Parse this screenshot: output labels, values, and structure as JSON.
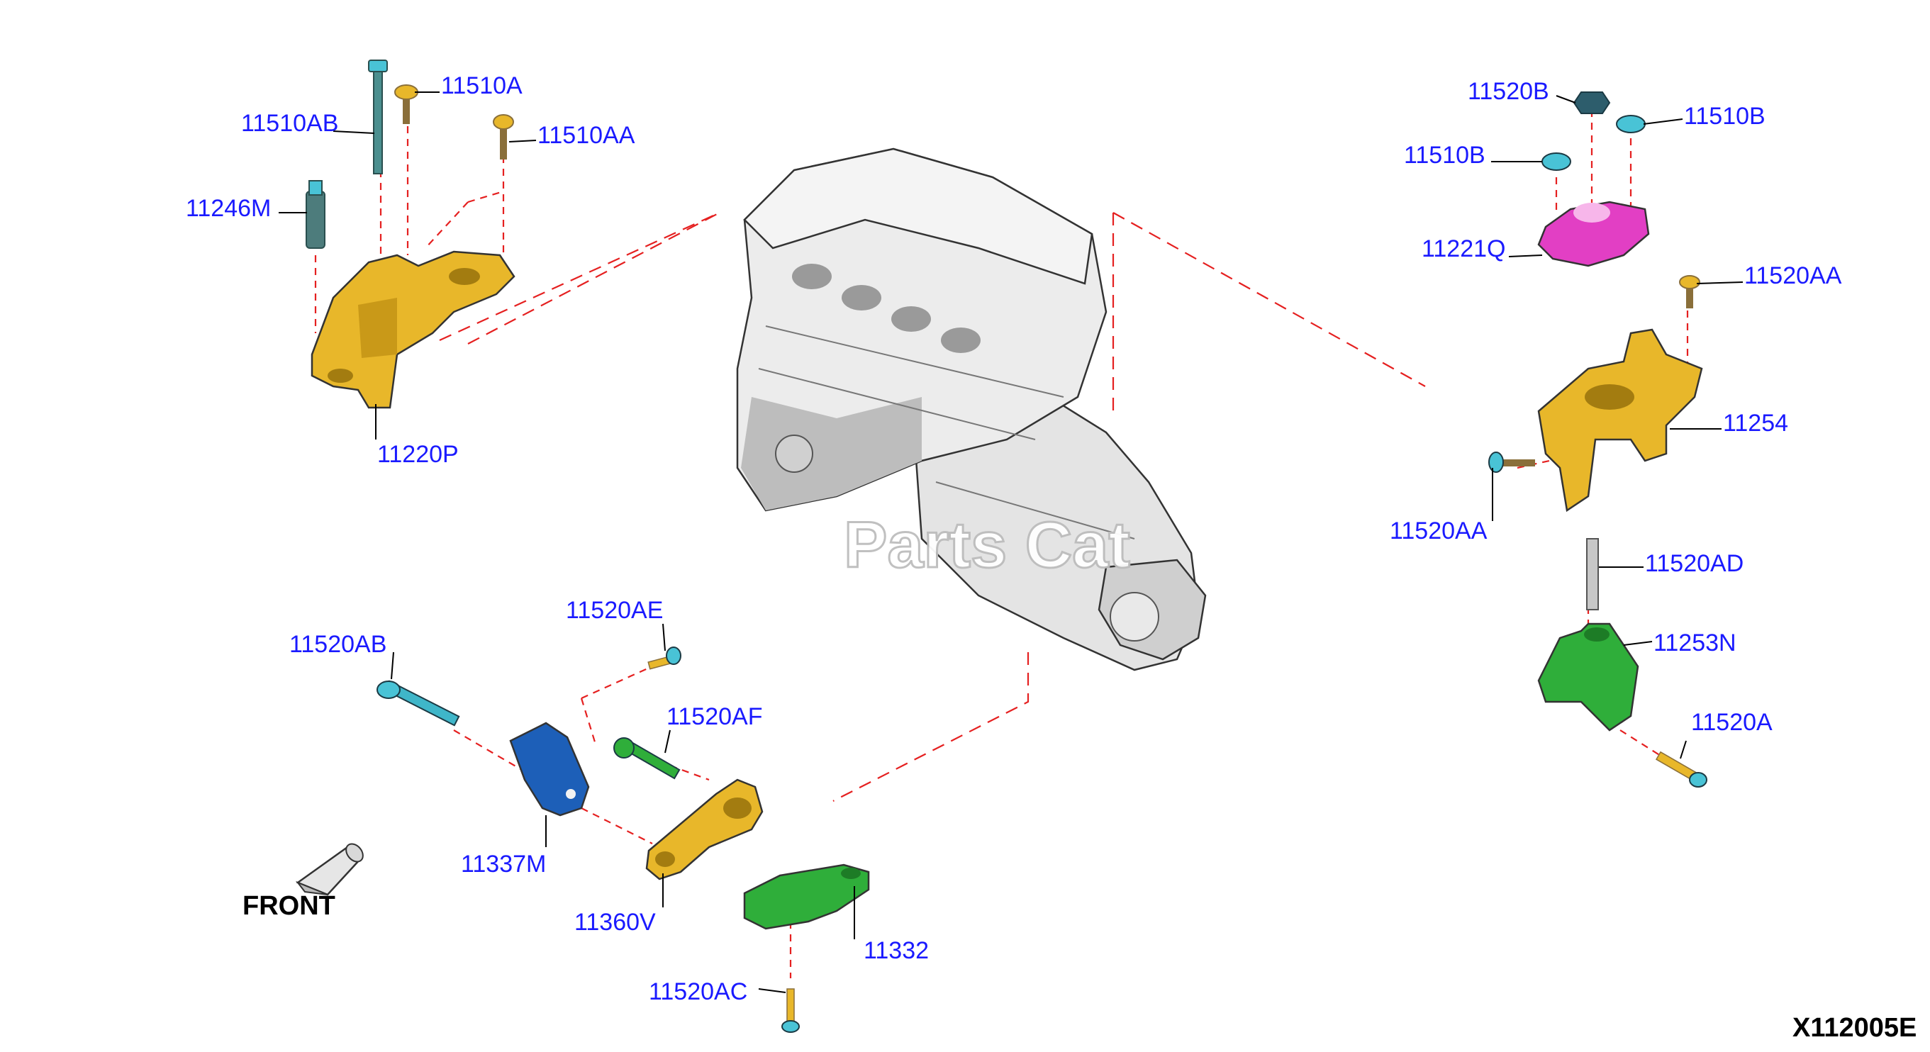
{
  "figure_code": "X112005E",
  "front_label": "FRONT",
  "watermark": "Parts Cat",
  "callouts": {
    "p11510AB": "11510AB",
    "p11510A": "11510A",
    "p11510AA": "11510AA",
    "p11246M": "11246M",
    "p11220P": "11220P",
    "p11520B": "11520B",
    "p11510B_r": "11510B",
    "p11510B_l": "11510B",
    "p11221Q": "11221Q",
    "p11520AA_top": "11520AA",
    "p11254": "11254",
    "p11520AA_bot": "11520AA",
    "p11520AD": "11520AD",
    "p11253N": "11253N",
    "p11520A": "11520A",
    "p11520AE": "11520AE",
    "p11520AB": "11520AB",
    "p11520AF": "11520AF",
    "p11337M": "11337M",
    "p11360V": "11360V",
    "p11332": "11332",
    "p11520AC": "11520AC"
  },
  "colors": {
    "callout_text": "#1a1aff",
    "leader_line": "#000000",
    "dashed_line": "#e52020",
    "mount_yellow": "#e8b72a",
    "mount_magenta": "#e23fc4",
    "mount_green": "#2fae3a",
    "bracket_blue": "#1d5fb8",
    "bolt_cyan": "#3fb6c9",
    "engine_gray": "#d9d9d9"
  },
  "icons": [
    "front-arrow-icon"
  ]
}
